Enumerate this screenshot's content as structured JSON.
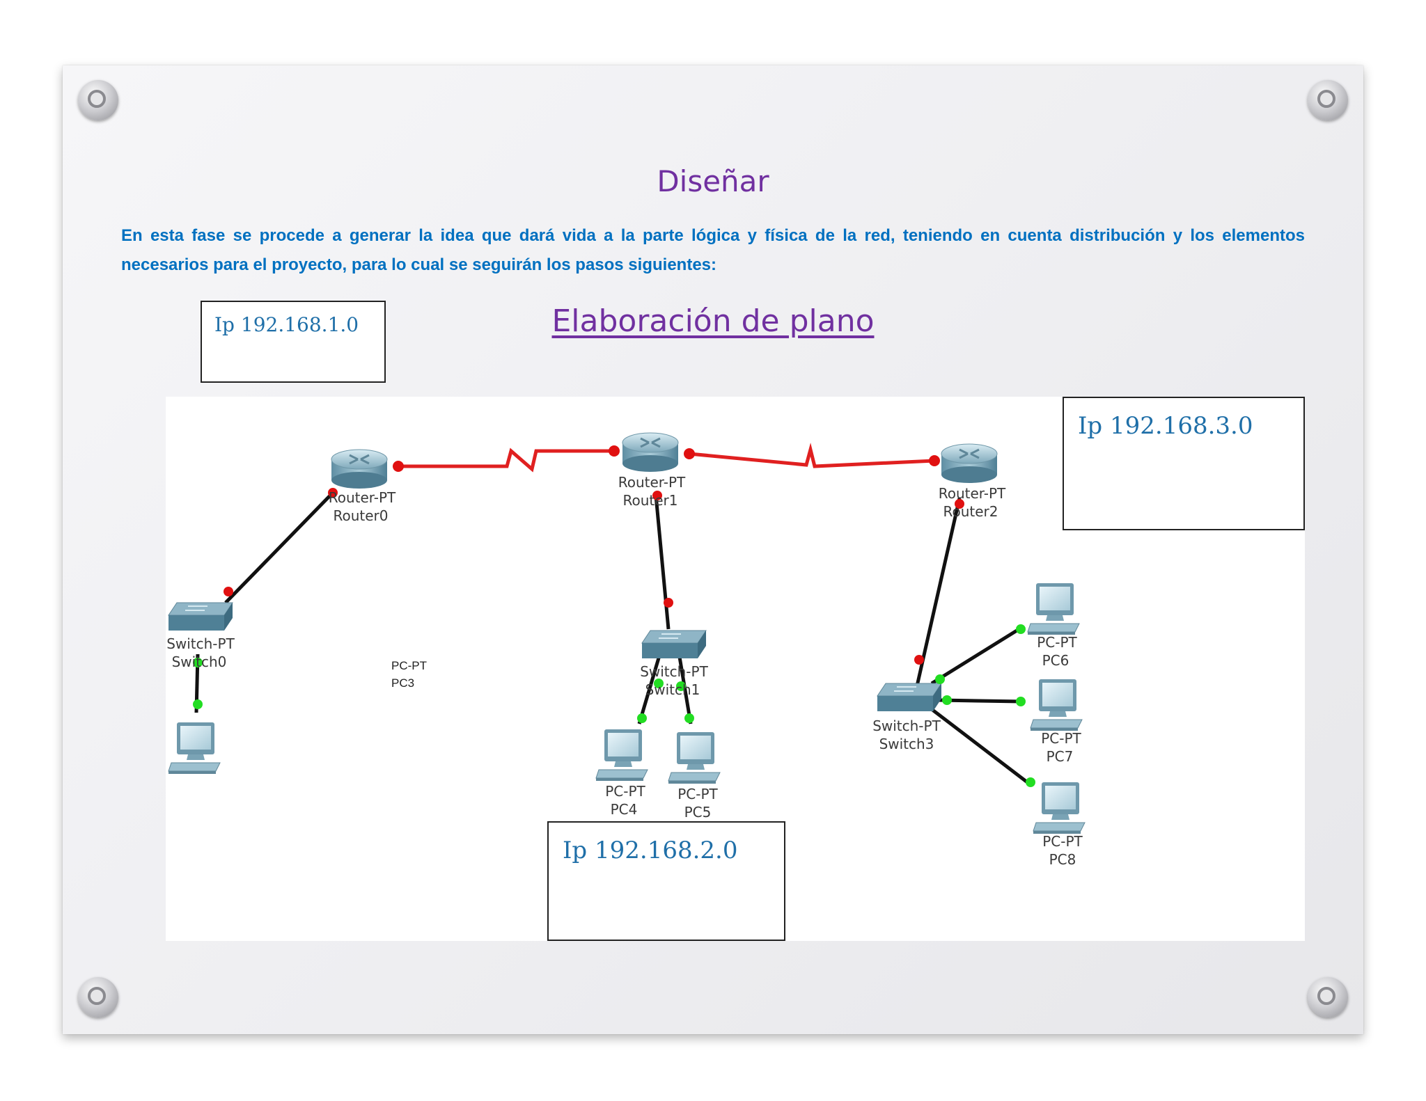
{
  "page": {
    "title": "Diseñar",
    "intro": "En esta fase se procede a generar la idea que dará vida a la parte lógica y física de la red, teniendo en cuenta distribución y los elementos necesarios para el proyecto, para lo cual se seguirán los pasos siguientes:",
    "subtitle": "Elaboración de plano"
  },
  "ip_boxes": {
    "net1": "Ip 192.168.1.0",
    "net2": "Ip 192.168.2.0",
    "net3": "Ip 192.168.3.0"
  },
  "devices": {
    "router0": {
      "type": "Router-PT",
      "name": "Router0"
    },
    "router1": {
      "type": "Router-PT",
      "name": "Router1"
    },
    "router2": {
      "type": "Router-PT",
      "name": "Router2"
    },
    "switch0": {
      "type": "Switch-PT",
      "name": "Switch0"
    },
    "switch1": {
      "type": "Switch-PT",
      "name": "Switch1"
    },
    "switch3": {
      "type": "Switch-PT",
      "name": "Switch3"
    },
    "pc3": {
      "type": "PC-PT",
      "name": "PC3"
    },
    "pc4": {
      "type": "PC-PT",
      "name": "PC4"
    },
    "pc5": {
      "type": "PC-PT",
      "name": "PC5"
    },
    "pc6": {
      "type": "PC-PT",
      "name": "PC6"
    },
    "pc7": {
      "type": "PC-PT",
      "name": "PC7"
    },
    "pc8": {
      "type": "PC-PT",
      "name": "PC8"
    }
  },
  "colors": {
    "title": "#7030a0",
    "intro_text": "#0070c0",
    "serial_link": "#e02020",
    "ethernet_link": "#111111",
    "port_down": "#e01010",
    "port_up": "#22dd22"
  }
}
